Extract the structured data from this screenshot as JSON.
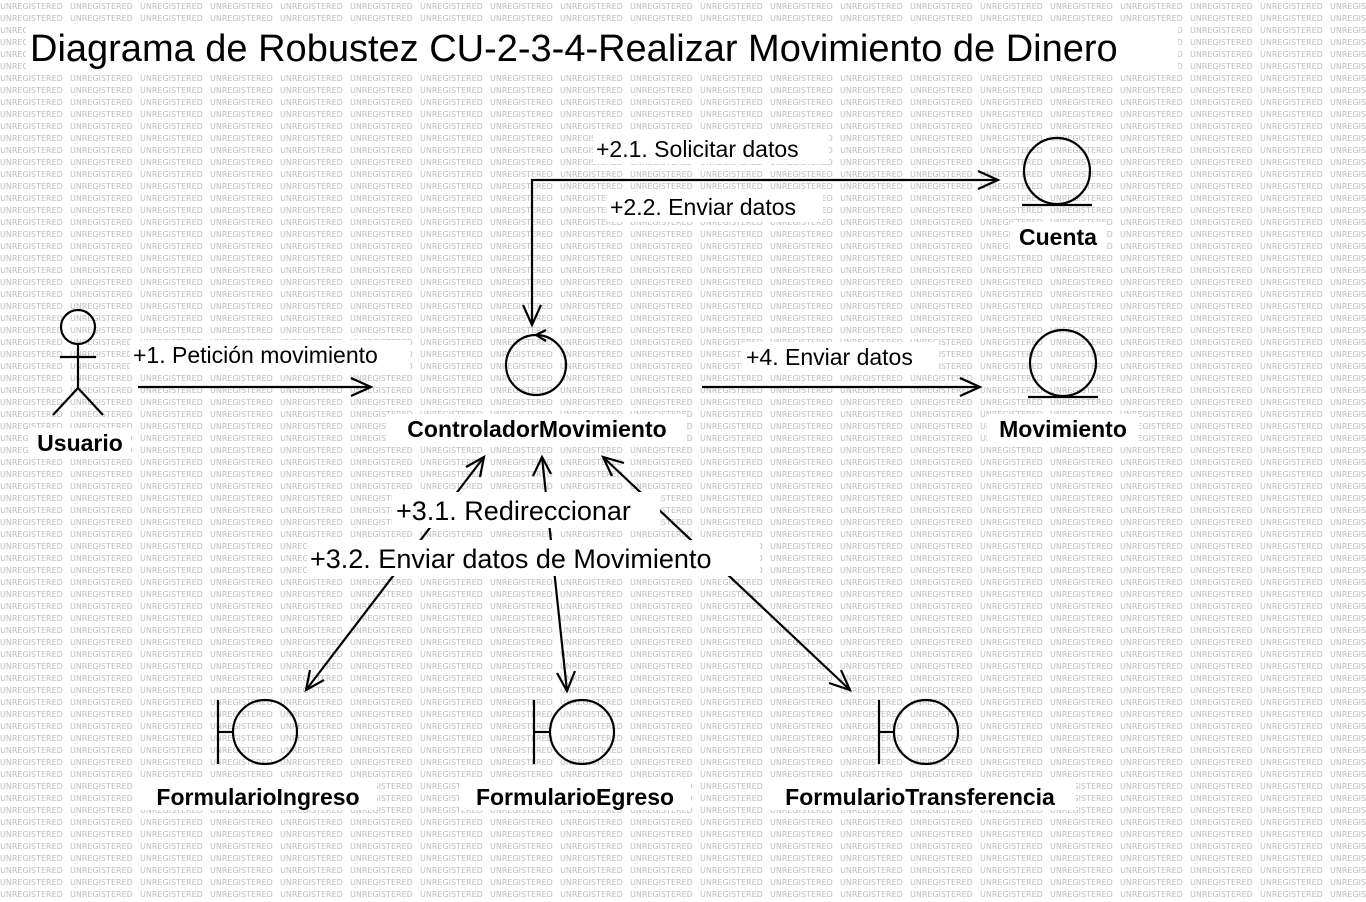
{
  "title": "Diagrama de Robustez CU-2-3-4-Realizar Movimiento de Dinero",
  "watermark_text": "UNREGISTERED",
  "elements": {
    "actor": {
      "name": "Usuario",
      "icon": "actor-stick-figure-icon"
    },
    "controller": {
      "name": "ControladorMovimiento",
      "icon": "control-circle-icon"
    },
    "entity_cuenta": {
      "name": "Cuenta",
      "icon": "entity-circle-icon"
    },
    "entity_movimiento": {
      "name": "Movimiento",
      "icon": "entity-circle-icon"
    },
    "boundary_ingreso": {
      "name": "FormularioIngreso",
      "icon": "boundary-circle-icon"
    },
    "boundary_egreso": {
      "name": "FormularioEgreso",
      "icon": "boundary-circle-icon"
    },
    "boundary_transferencia": {
      "name": "FormularioTransferencia",
      "icon": "boundary-circle-icon"
    }
  },
  "messages": {
    "m1": "+1. Petición movimiento",
    "m21": "+2.1. Solicitar datos",
    "m22": "+2.2. Enviar datos",
    "m31": "+3.1. Redireccionar",
    "m32": "+3.2. Enviar datos de Movimiento",
    "m4": "+4. Enviar datos"
  }
}
